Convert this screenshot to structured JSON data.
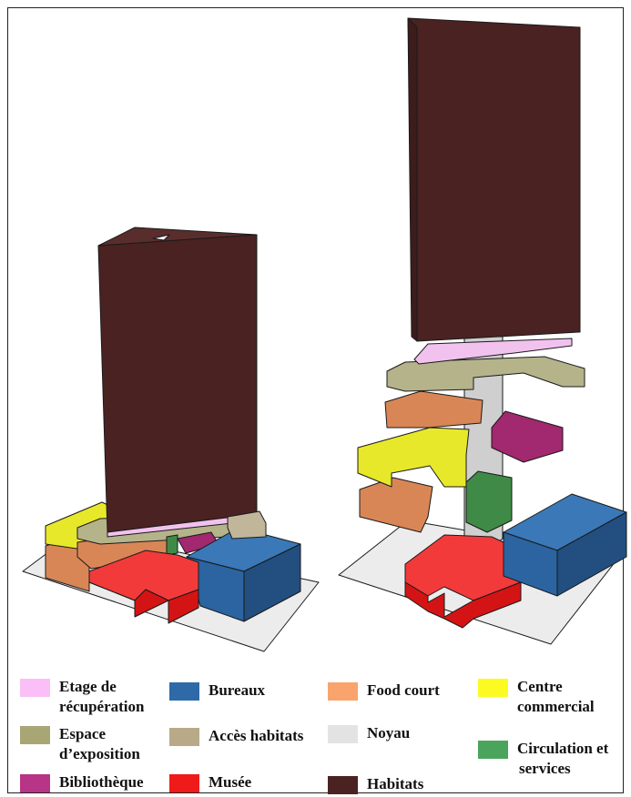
{
  "legend": {
    "items": [
      {
        "key": "etage",
        "label": "Etage de",
        "label2": "récupération",
        "color": "#f9bff6"
      },
      {
        "key": "bureaux",
        "label": "Bureaux",
        "label2": "",
        "color": "#2e6aa8"
      },
      {
        "key": "food",
        "label": "Food court",
        "label2": "",
        "color": "#f8a46c"
      },
      {
        "key": "centre",
        "label": "Centre",
        "label2": "commercial",
        "color": "#fbfb22"
      },
      {
        "key": "espace",
        "label": "Espace",
        "label2": "d’exposition",
        "color": "#a8a674"
      },
      {
        "key": "acces",
        "label": "Accès habitats",
        "label2": "",
        "color": "#b8aa88"
      },
      {
        "key": "noyau",
        "label": "Noyau",
        "label2": "",
        "color": "#e3e3e3"
      },
      {
        "key": "circulation",
        "label": "Circulation et",
        "label2": "services",
        "color": "#4aa45c"
      },
      {
        "key": "bibliotheque",
        "label": "Bibliothèque",
        "label2": "",
        "color": "#b83486"
      },
      {
        "key": "musee",
        "label": "Musée",
        "label2": "",
        "color": "#f01a1a"
      },
      {
        "key": "habitats",
        "label": "Habitats",
        "label2": "",
        "color": "#4a2222"
      }
    ]
  },
  "colors": {
    "habitats": "#4a2222",
    "etage": "#f2c2ef",
    "espace": "#b5b38a",
    "acces": "#c2b69a",
    "noyau": "#cfcfcf",
    "food": "#d98656",
    "centre": "#e8e82a",
    "bibliotheque": "#a2286f",
    "circulation": "#3f8a47",
    "bureaux": "#2b64a0",
    "musee": "#ee1b1b",
    "ground": "#ececec"
  }
}
